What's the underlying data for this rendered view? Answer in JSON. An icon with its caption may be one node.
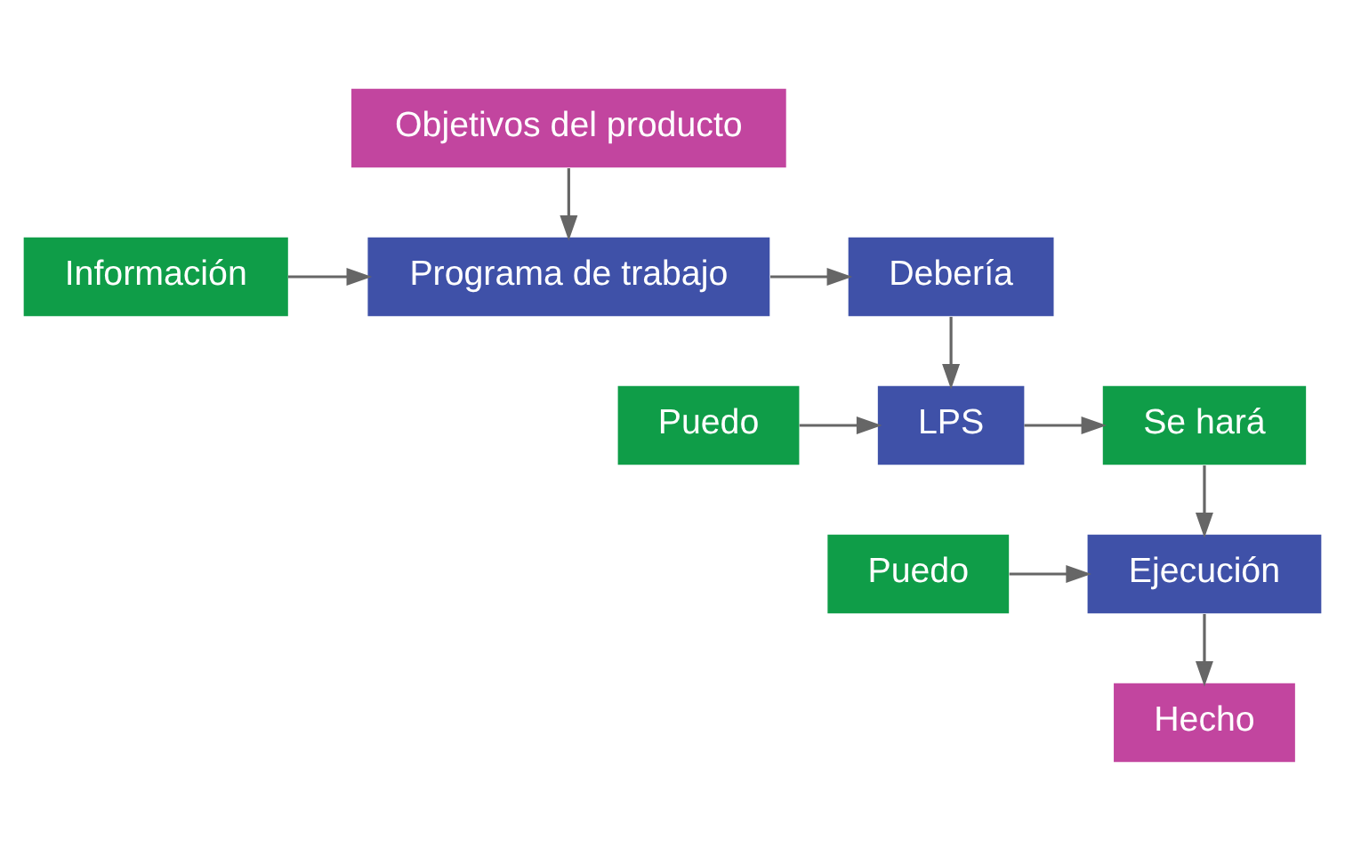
{
  "diagram": {
    "nodes": [
      {
        "text": [
          "Objetivos del producto"
        ]
      },
      {
        "text": [
          "Información"
        ]
      },
      {
        "text": [
          "Programa de trabajo"
        ]
      },
      {
        "text": [
          "Debería"
        ]
      },
      {
        "text": [
          "Puedo"
        ]
      },
      {
        "text": [
          "LPS"
        ]
      },
      {
        "text": [
          "Se hará"
        ]
      },
      {
        "text": [
          "Puedo"
        ]
      },
      {
        "text": [
          "Ejecución"
        ]
      },
      {
        "text": [
          "Hecho"
        ]
      }
    ],
    "edges": [
      {
        "from": 0,
        "to": 2,
        "arrow": "to"
      },
      {
        "from": 1,
        "to": 2,
        "arrow": "to"
      },
      {
        "from": 2,
        "to": 3,
        "arrow": "to"
      },
      {
        "from": 3,
        "to": 5,
        "arrow": "to"
      },
      {
        "from": 4,
        "to": 5,
        "arrow": "to"
      },
      {
        "from": 5,
        "to": 6,
        "arrow": "to"
      },
      {
        "from": 6,
        "to": 8,
        "arrow": "to"
      },
      {
        "from": 7,
        "to": 8,
        "arrow": "to"
      },
      {
        "from": 8,
        "to": 9,
        "arrow": "to"
      }
    ]
  }
}
